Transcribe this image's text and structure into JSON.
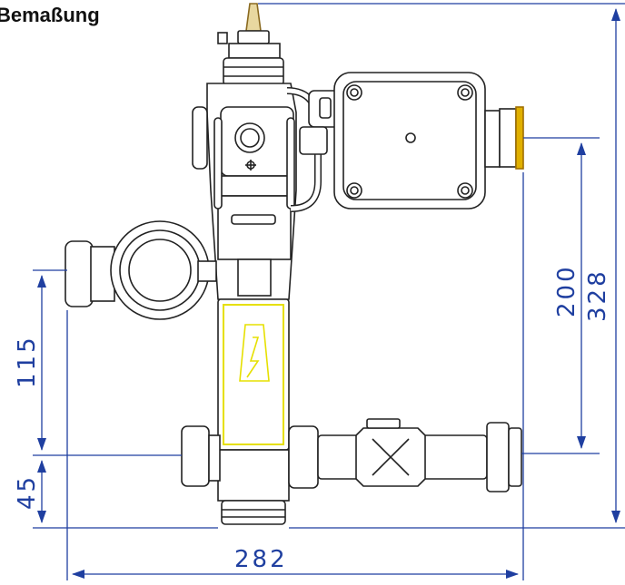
{
  "title": "Bemaßung",
  "dimensions": {
    "width": "282",
    "height_total": "328",
    "height_pump": "200",
    "height_upper": "115",
    "height_lower": "45"
  },
  "colors": {
    "dimension": "#1f3fa0",
    "outline": "#222222",
    "warning": "#e6e000",
    "thread": "#e0b000",
    "sensor": "#e8d8a0"
  }
}
